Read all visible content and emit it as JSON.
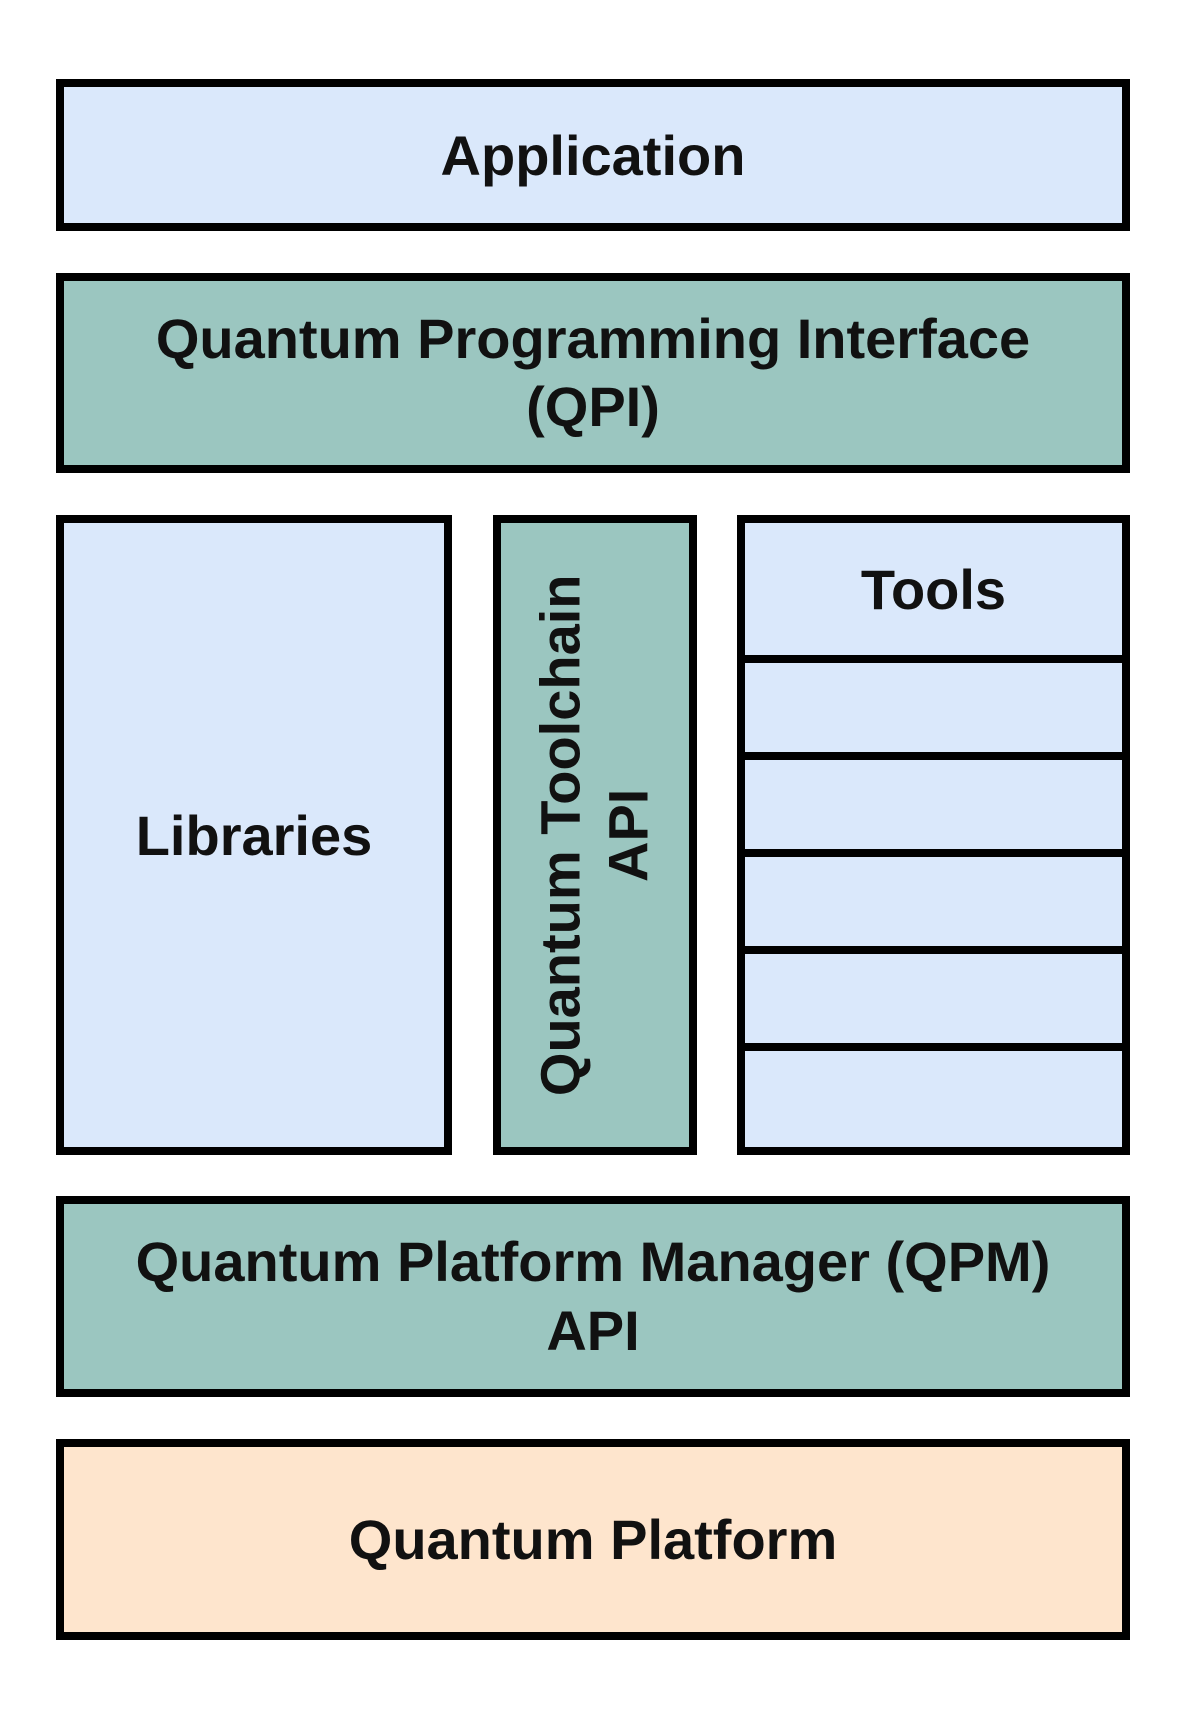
{
  "colors": {
    "light_blue": "#dae8fb",
    "teal": "#9bc6c0",
    "peach": "#fee5cd",
    "border": "#000000"
  },
  "layers": {
    "application": {
      "label": "Application"
    },
    "qpi": {
      "line1": "Quantum Programming Interface",
      "line2": "(QPI)"
    },
    "libraries": {
      "label": "Libraries"
    },
    "toolchain_api": {
      "line1": "Quantum Toolchain",
      "line2": "API"
    },
    "tools": {
      "label": "Tools",
      "slot_count": 5
    },
    "qpm": {
      "line1": "Quantum Platform Manager (QPM)",
      "line2": "API"
    },
    "platform": {
      "label": "Quantum Platform"
    }
  }
}
